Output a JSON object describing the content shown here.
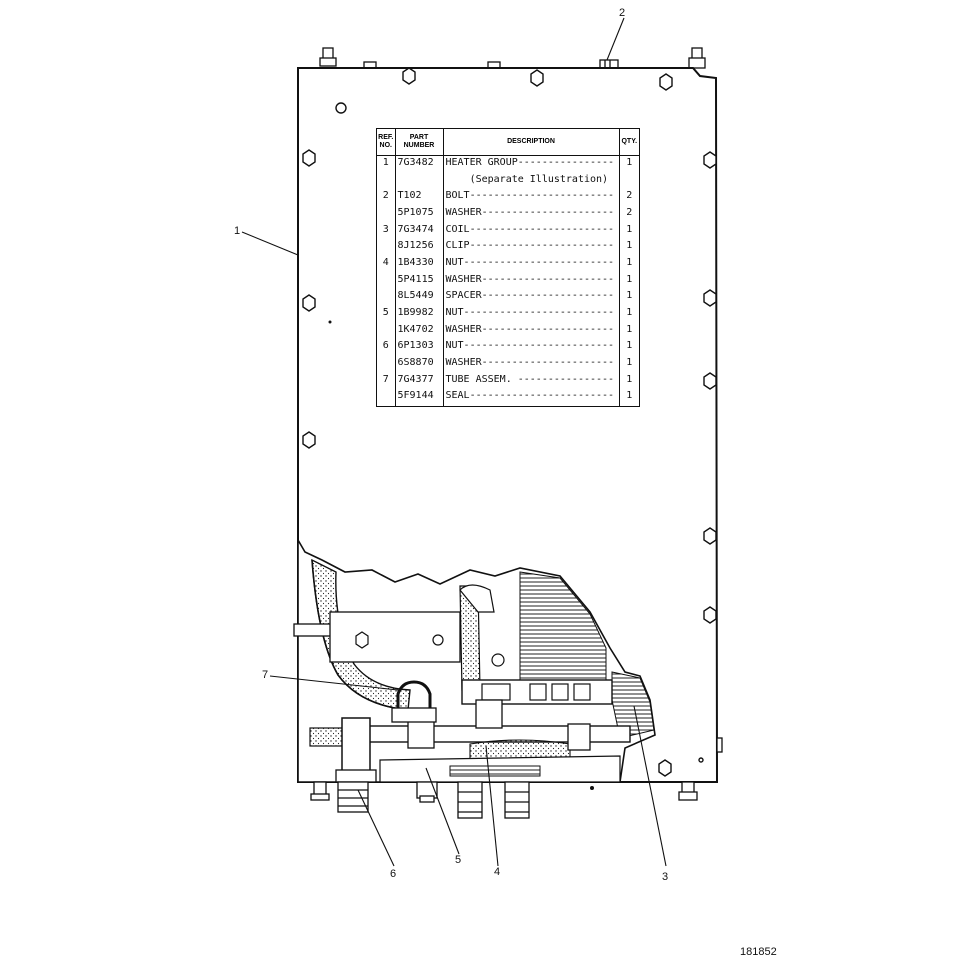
{
  "figure_number": "181852",
  "callouts": [
    "1",
    "2",
    "3",
    "4",
    "5",
    "6",
    "7"
  ],
  "parts_table": {
    "headers": {
      "ref": "REF. NO.",
      "part": "PART NUMBER",
      "desc": "DESCRIPTION",
      "qty": "QTY."
    },
    "rows": [
      {
        "ref": "1",
        "part": "7G3482",
        "desc": "HEATER GROUP----------------",
        "qty": "1"
      },
      {
        "ref": "",
        "part": "",
        "desc": "    (Separate Illustration)",
        "qty": ""
      },
      {
        "ref": "2",
        "part": "T102",
        "desc": "BOLT------------------------",
        "qty": "2"
      },
      {
        "ref": "",
        "part": "5P1075",
        "desc": "WASHER----------------------",
        "qty": "2"
      },
      {
        "ref": "3",
        "part": "7G3474",
        "desc": "COIL------------------------",
        "qty": "1"
      },
      {
        "ref": "",
        "part": "8J1256",
        "desc": "CLIP------------------------",
        "qty": "1"
      },
      {
        "ref": "4",
        "part": "1B4330",
        "desc": "NUT-------------------------",
        "qty": "1"
      },
      {
        "ref": "",
        "part": "5P4115",
        "desc": "WASHER----------------------",
        "qty": "1"
      },
      {
        "ref": "",
        "part": "8L5449",
        "desc": "SPACER----------------------",
        "qty": "1"
      },
      {
        "ref": "5",
        "part": "1B9982",
        "desc": "NUT-------------------------",
        "qty": "1"
      },
      {
        "ref": "",
        "part": "1K4702",
        "desc": "WASHER----------------------",
        "qty": "1"
      },
      {
        "ref": "6",
        "part": "6P1303",
        "desc": "NUT-------------------------",
        "qty": "1"
      },
      {
        "ref": "",
        "part": "6S8870",
        "desc": "WASHER----------------------",
        "qty": "1"
      },
      {
        "ref": "7",
        "part": "7G4377",
        "desc": "TUBE ASSEM. ----------------",
        "qty": "1"
      },
      {
        "ref": "",
        "part": "5F9144",
        "desc": "SEAL------------------------",
        "qty": "1"
      }
    ]
  }
}
